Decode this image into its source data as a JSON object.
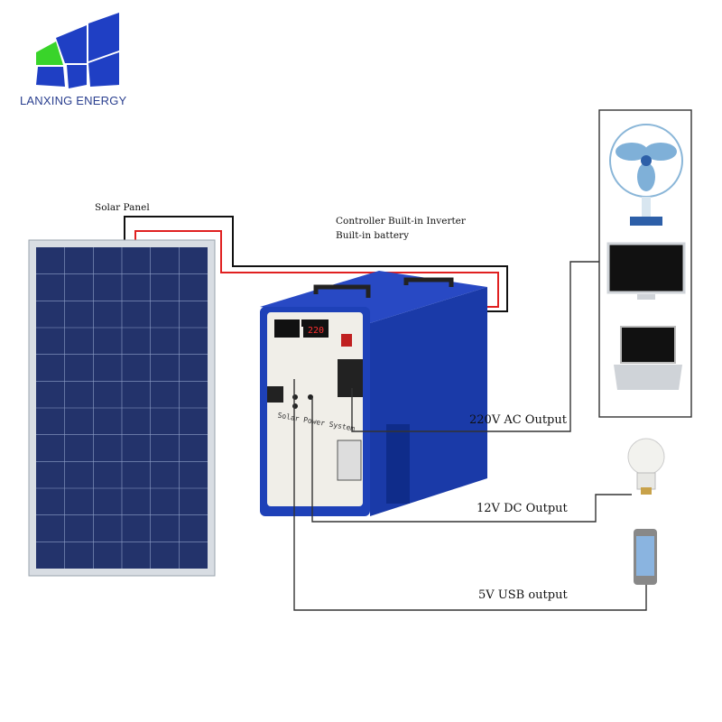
{
  "brand": {
    "name": "LANXING ENERGY",
    "logo_color": "#1f3fc4",
    "logo_accent": "#39d42a"
  },
  "labels": {
    "solar_panel": "Solar Panel",
    "controller_line1": "Controller Built-in Inverter",
    "controller_line2": "Built-in battery",
    "ac_output": "220V AC Output",
    "dc_output": "12V DC Output",
    "usb_output": "5V USB output"
  },
  "unit": {
    "front_text": "Solar Power System",
    "display_value": "220"
  },
  "devices": [
    "fan-icon",
    "monitor-icon",
    "laptop-icon",
    "bulb-icon",
    "phone-icon"
  ],
  "colors": {
    "wire_red": "#e02020",
    "wire_black": "#111111",
    "case_blue": "#1a3aa8",
    "panel_cell": "#23336b"
  }
}
